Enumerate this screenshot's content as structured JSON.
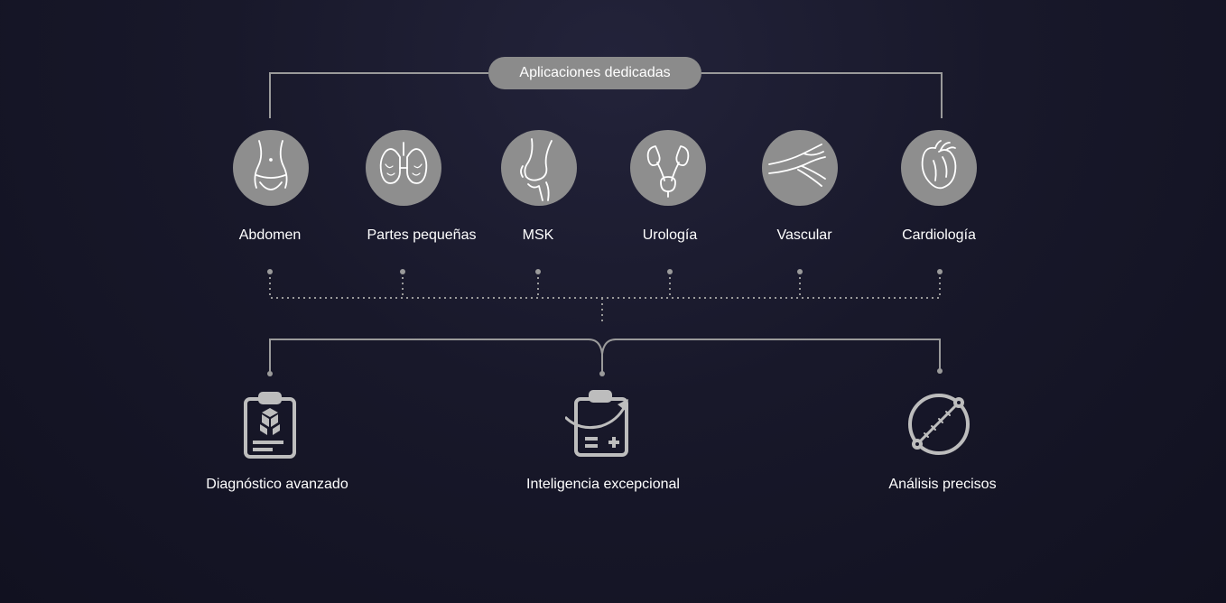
{
  "header": {
    "label": "Aplicaciones dedicadas"
  },
  "applications": [
    {
      "label": "Abdomen",
      "icon": "abdomen-icon"
    },
    {
      "label": "Partes pequeñas",
      "icon": "thyroid-icon"
    },
    {
      "label": "MSK",
      "icon": "knee-joint-icon"
    },
    {
      "label": "Urología",
      "icon": "urinary-system-icon"
    },
    {
      "label": "Vascular",
      "icon": "blood-vessels-icon"
    },
    {
      "label": "Cardiología",
      "icon": "heart-icon"
    }
  ],
  "features": [
    {
      "label": "Diagnóstico avanzado",
      "icon": "clipboard-cubes-icon"
    },
    {
      "label": "Inteligencia excepcional",
      "icon": "clipboard-arrow-icon"
    },
    {
      "label": "Análisis precisos",
      "icon": "circle-measure-icon"
    }
  ],
  "colors": {
    "icon_circle": "#8e8e8e",
    "line": "#9a9a9a",
    "text": "#ffffff",
    "background": "#18182a"
  }
}
